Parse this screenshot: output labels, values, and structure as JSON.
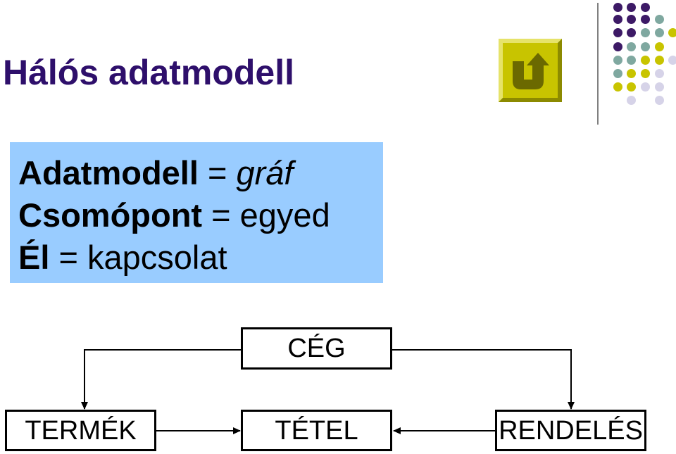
{
  "slide": {
    "title": "Hálós adatmodell"
  },
  "nav": {
    "back_icon": "return-arrow-icon",
    "back_color": "#C8C400"
  },
  "callout": {
    "line1": {
      "term": "Adatmodell",
      "eq": " = ",
      "value": "gráf"
    },
    "line2": {
      "term": "Csomópont",
      "eq": " = ",
      "value": "egyed"
    },
    "line3": {
      "term": "Él",
      "eq": " = ",
      "value": "kapcsolat"
    },
    "background": "#99CCFF"
  },
  "diagram": {
    "nodes": {
      "ceg": "CÉG",
      "termek": "TERMÉK",
      "tetel": "TÉTEL",
      "rendeles": "RENDELÉS"
    }
  },
  "decor": {
    "palette": [
      "#3D1A66",
      "#7FA8A0",
      "#C8C400",
      "#D6D3E8"
    ]
  }
}
